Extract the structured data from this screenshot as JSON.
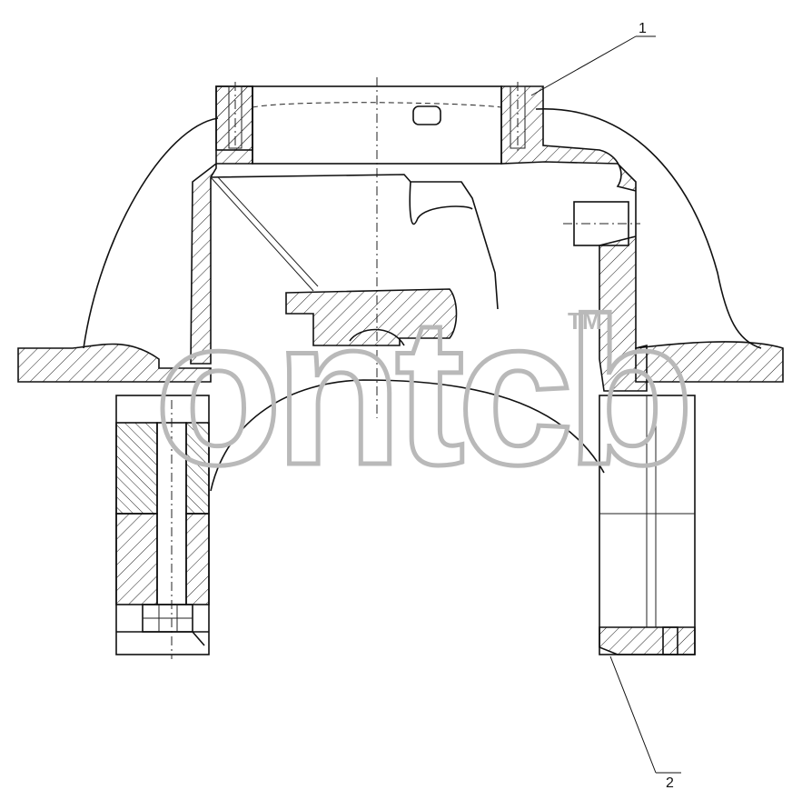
{
  "callouts": [
    {
      "id": "1",
      "label": "1"
    },
    {
      "id": "2",
      "label": "2"
    }
  ],
  "watermark": {
    "text": "ontcb",
    "mark": "TM"
  }
}
